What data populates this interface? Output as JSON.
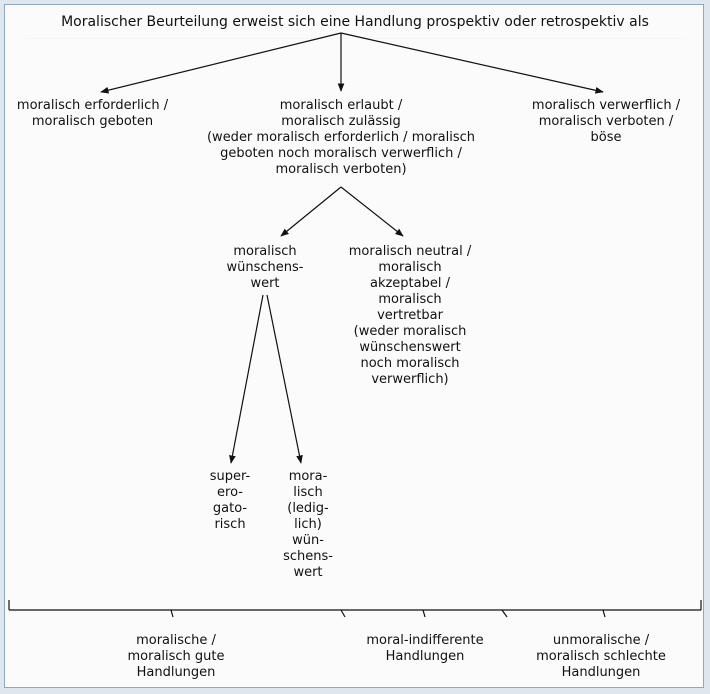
{
  "title": "Moralischer Beurteilung erweist sich eine Handlung prospektiv oder retrospektiv als",
  "level1": {
    "left": [
      "moralisch erforderlich /",
      "moralisch geboten"
    ],
    "center": [
      "moralisch erlaubt /",
      "moralisch zulässig",
      "(weder moralisch erforderlich / moralisch",
      "geboten noch moralisch verwerflich /",
      "moralisch verboten)"
    ],
    "right": [
      "moralisch verwerflich /",
      "moralisch verboten /",
      "böse"
    ]
  },
  "level2": {
    "left": [
      "moralisch",
      "wünschens-",
      "wert"
    ],
    "right": [
      "moralisch neutral /",
      "moralisch",
      "akzeptabel /",
      "moralisch",
      "vertretbar",
      "(weder moralisch",
      "wünschenswert",
      "noch moralisch",
      "verwerflich)"
    ]
  },
  "level3": {
    "left": [
      "super-",
      "ero-",
      "gato-",
      "risch"
    ],
    "right": [
      "mora-",
      "lisch",
      "(ledig-",
      "lich)",
      "wün-",
      "schens-",
      "wert"
    ]
  },
  "categories": {
    "left": [
      "moralische /",
      "moralisch gute",
      "Handlungen"
    ],
    "center": [
      "moral-indifferente",
      "Handlungen"
    ],
    "right": [
      "unmoralische /",
      "moralisch schlechte",
      "Handlungen"
    ]
  },
  "colors": {
    "frame": "#8aa9c6",
    "background": "#dfe6ee",
    "ink": "#111111"
  }
}
